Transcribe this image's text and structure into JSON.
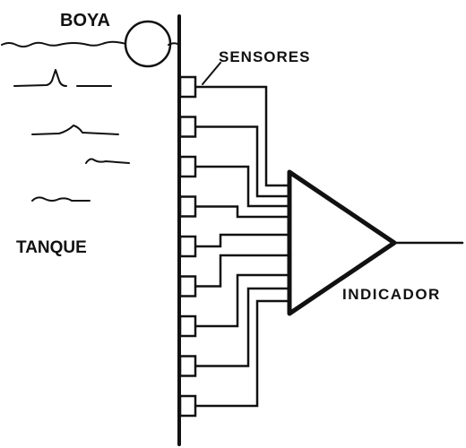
{
  "labels": {
    "float": "BOYA",
    "sensors": "SENSORES",
    "tank": "TANQUE",
    "indicator": "INDICADOR"
  },
  "sensor_count": 9,
  "colors": {
    "ink": "#111111",
    "paper": "#ffffff"
  }
}
